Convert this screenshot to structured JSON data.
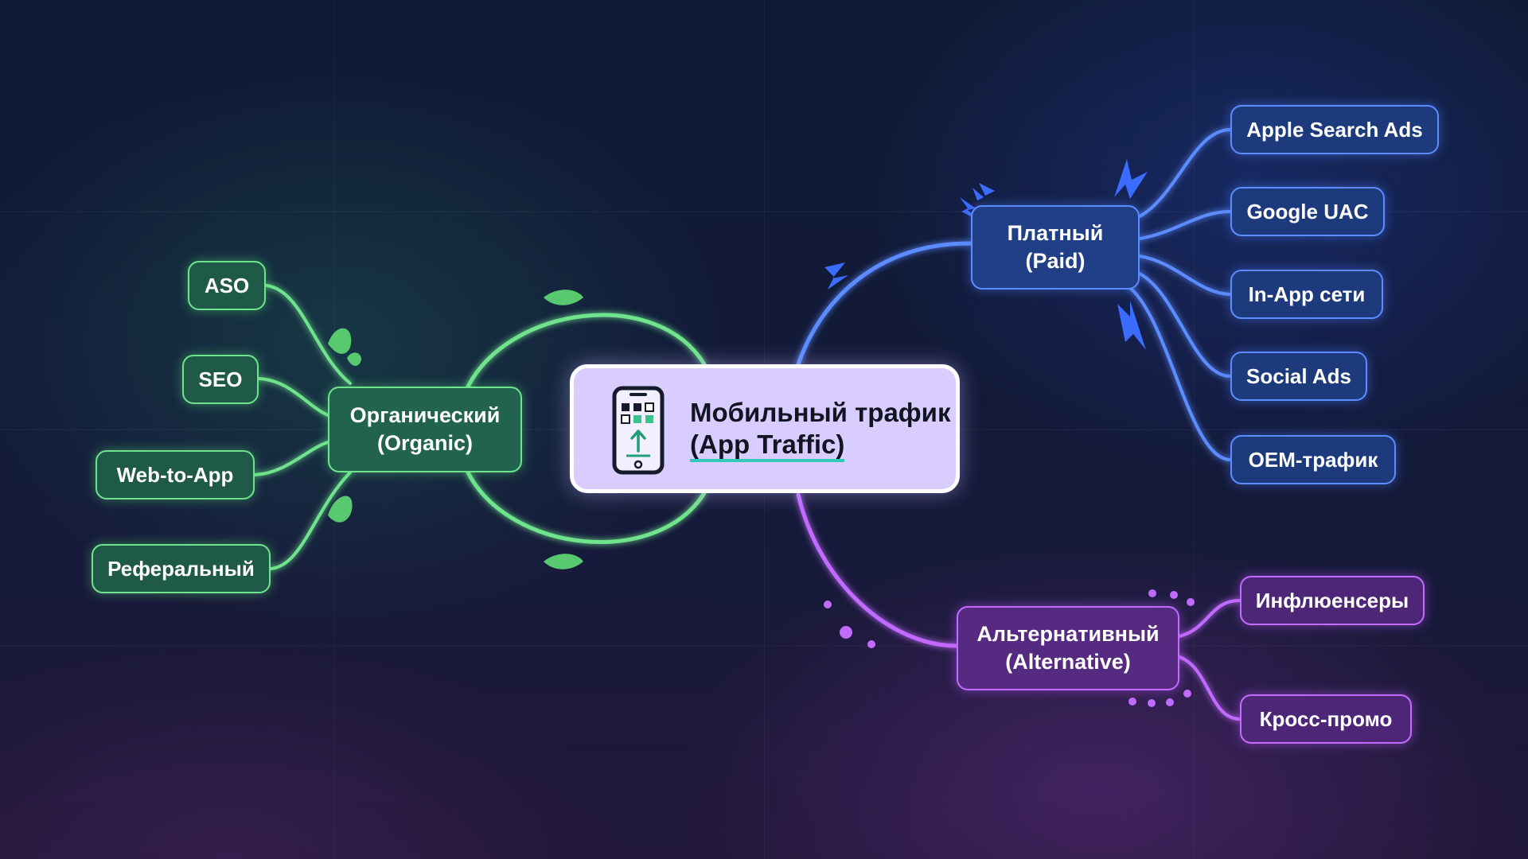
{
  "center": {
    "title_line1": "Мобильный трафик",
    "title_line2": "(App Traffic)",
    "icon": "smartphone-upload-icon"
  },
  "branches": {
    "organic": {
      "label_line1": "Органический",
      "label_line2": "(Organic)",
      "color": "#6fe38d",
      "children": [
        "ASO",
        "SEO",
        "Web-to-App",
        "Реферальный"
      ]
    },
    "paid": {
      "label_line1": "Платный",
      "label_line2": "(Paid)",
      "color": "#5c8cff",
      "children": [
        "Apple Search Ads",
        "Google UAC",
        "In-App сети",
        "Social Ads",
        "OEM-трафик"
      ]
    },
    "alternative": {
      "label_line1": "Альтернативный",
      "label_line2": "(Alternative)",
      "color": "#c26bff",
      "children": [
        "Инфлюенсеры",
        "Кросс-промо"
      ]
    }
  },
  "decorations": {
    "organic": "leaf-icon",
    "paid": "lightning-spark-icon",
    "alternative": "dot-sparkle-icon"
  }
}
